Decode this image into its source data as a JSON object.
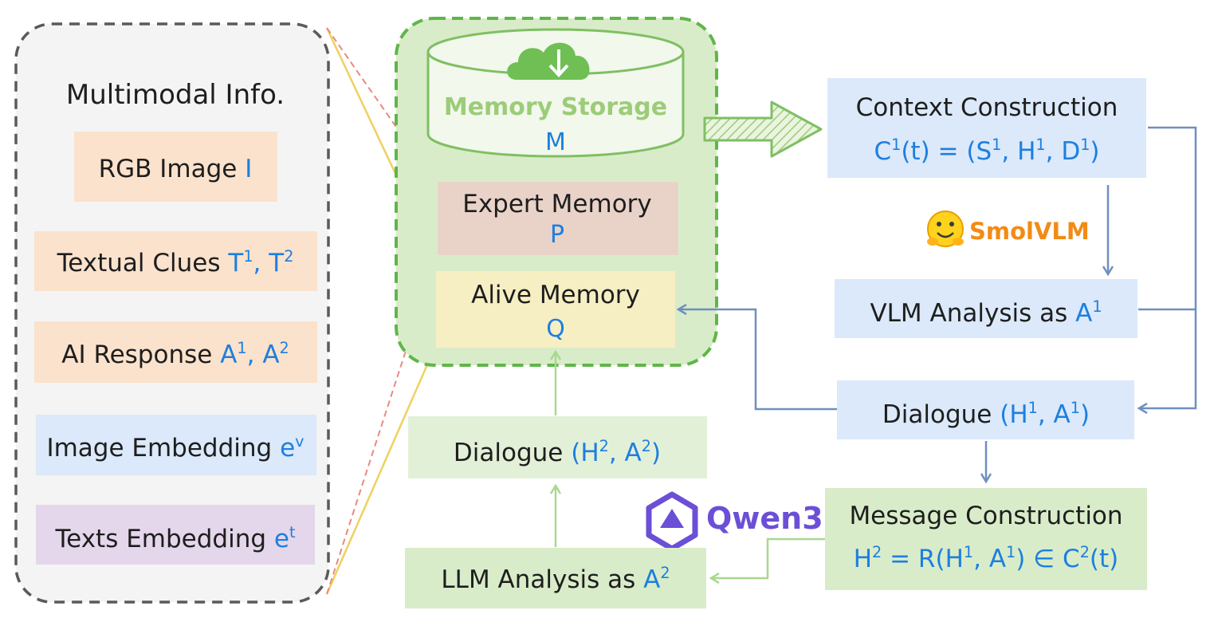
{
  "left_panel": {
    "title": "Multimodal Info.",
    "items": [
      {
        "text": "RGB Image ",
        "var": "I",
        "sup1": "",
        "mid": "",
        "var2": "",
        "sup2": ""
      },
      {
        "text": "Textual Clues ",
        "var": "T",
        "sup1": "1",
        "mid": ", T",
        "var2": "",
        "sup2": "2"
      },
      {
        "text": "AI Response ",
        "var": "A",
        "sup1": "1",
        "mid": ", A",
        "var2": "",
        "sup2": "2"
      },
      {
        "text": "Image Embedding ",
        "var": "e",
        "sup1": "v",
        "mid": "",
        "var2": "",
        "sup2": ""
      },
      {
        "text": "Texts Embedding ",
        "var": "e",
        "sup1": "t",
        "mid": "",
        "var2": "",
        "sup2": ""
      }
    ]
  },
  "memory": {
    "storage_title": "Memory Storage",
    "storage_var": "M",
    "expert_title": "Expert Memory",
    "expert_var": "P",
    "alive_title": "Alive Memory",
    "alive_var": "Q"
  },
  "right_flow": {
    "context_title": "Context Construction",
    "context_formula": {
      "c": "C",
      "c_sup": "1",
      "a": "(t) = (S",
      "s_sup": "1",
      "b": ", H",
      "h_sup": "1",
      "d": ", D",
      "d_sup": "1",
      "e": ")"
    },
    "vlm_analysis": {
      "text": "VLM Analysis as ",
      "var": "A",
      "sup": "1"
    },
    "dialogue1": {
      "text": "Dialogue ",
      "formula_a": "(H",
      "sup_a": "1",
      "formula_b": ", A",
      "sup_b": "1",
      "formula_c": ")"
    },
    "message_title": "Message Construction",
    "message_formula": {
      "a": "H",
      "a_sup": "2",
      "b": " = R(H",
      "b_sup": "1",
      "c": ", A",
      "c_sup": "1",
      "d": ") ∈ C",
      "d_sup": "2",
      "e": "(t)"
    }
  },
  "bottom_flow": {
    "dialogue2": {
      "text": "Dialogue ",
      "formula_a": "(H",
      "sup_a": "2",
      "formula_b": ", A",
      "sup_b": "2",
      "formula_c": ")"
    },
    "llm_analysis": {
      "text": "LLM Analysis as ",
      "var": "A",
      "sup": "2"
    }
  },
  "models": {
    "smolvlm": "SmolVLM",
    "qwen": "Qwen3"
  },
  "colors": {
    "green_panel": "#d9ecc9",
    "green_border": "#5fb64a",
    "blue_box": "#dbe9fa",
    "peach_box": "#fbe2cc",
    "pink_box": "#e9d3c9",
    "yellow_box": "#f6efc3",
    "purple_box": "#e4d7eb",
    "accent_blue": "#1d7fe0",
    "smolvlm_orange": "#f28b15",
    "qwen_purple": "#6b4fd6"
  }
}
